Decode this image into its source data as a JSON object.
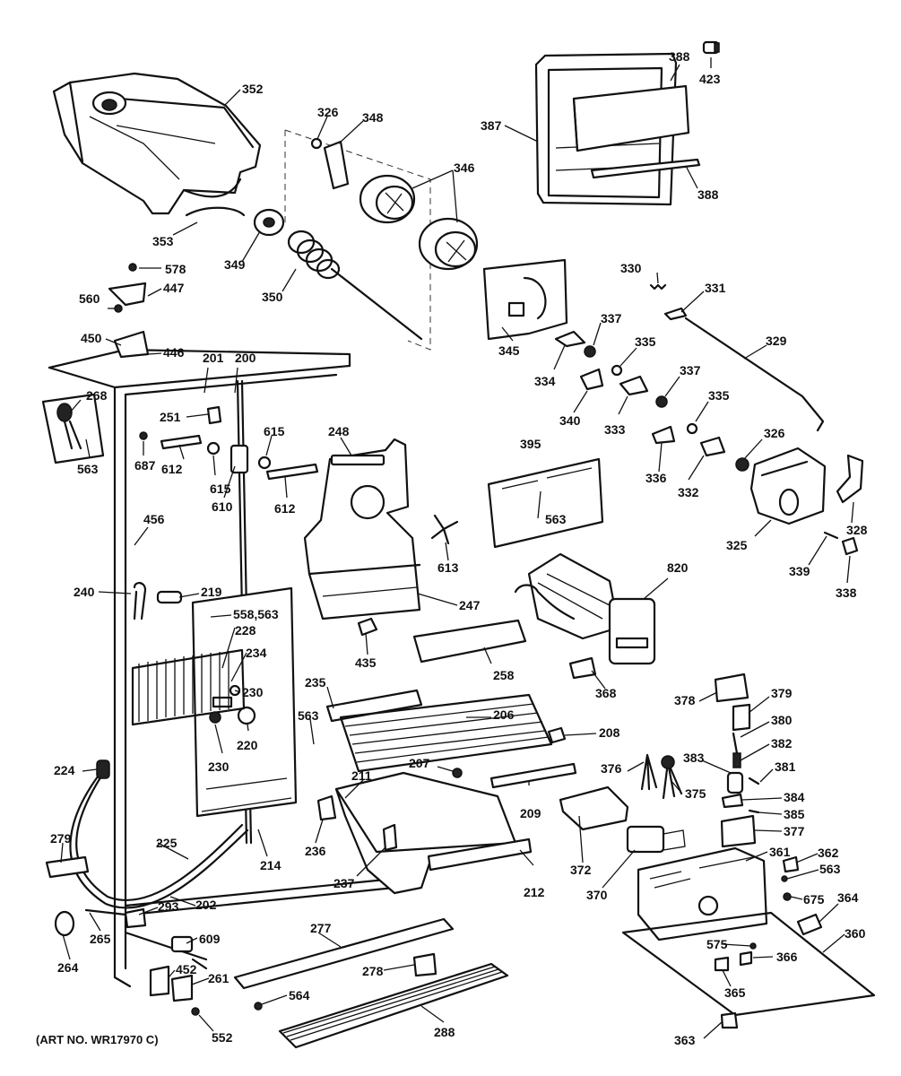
{
  "caption": "(ART NO. WR17970 C)",
  "callouts": [
    {
      "id": "352",
      "label": "352"
    },
    {
      "id": "326a",
      "label": "326"
    },
    {
      "id": "348",
      "label": "348"
    },
    {
      "id": "346",
      "label": "346"
    },
    {
      "id": "387",
      "label": "387"
    },
    {
      "id": "388a",
      "label": "388"
    },
    {
      "id": "423",
      "label": "423"
    },
    {
      "id": "388b",
      "label": "388"
    },
    {
      "id": "353",
      "label": "353"
    },
    {
      "id": "349",
      "label": "349"
    },
    {
      "id": "350",
      "label": "350"
    },
    {
      "id": "578",
      "label": "578"
    },
    {
      "id": "447",
      "label": "447"
    },
    {
      "id": "560",
      "label": "560"
    },
    {
      "id": "450",
      "label": "450"
    },
    {
      "id": "446",
      "label": "446"
    },
    {
      "id": "201",
      "label": "201"
    },
    {
      "id": "200",
      "label": "200"
    },
    {
      "id": "268",
      "label": "268"
    },
    {
      "id": "563a",
      "label": "563"
    },
    {
      "id": "251",
      "label": "251"
    },
    {
      "id": "687",
      "label": "687"
    },
    {
      "id": "612a",
      "label": "612"
    },
    {
      "id": "615a",
      "label": "615"
    },
    {
      "id": "610",
      "label": "610"
    },
    {
      "id": "615b",
      "label": "615"
    },
    {
      "id": "612b",
      "label": "612"
    },
    {
      "id": "248",
      "label": "248"
    },
    {
      "id": "456",
      "label": "456"
    },
    {
      "id": "345",
      "label": "345"
    },
    {
      "id": "330",
      "label": "330"
    },
    {
      "id": "331",
      "label": "331"
    },
    {
      "id": "337a",
      "label": "337"
    },
    {
      "id": "335a",
      "label": "335"
    },
    {
      "id": "329",
      "label": "329"
    },
    {
      "id": "334",
      "label": "334"
    },
    {
      "id": "337b",
      "label": "337"
    },
    {
      "id": "340",
      "label": "340"
    },
    {
      "id": "333",
      "label": "333"
    },
    {
      "id": "335b",
      "label": "335"
    },
    {
      "id": "326b",
      "label": "326"
    },
    {
      "id": "395",
      "label": "395"
    },
    {
      "id": "563b",
      "label": "563"
    },
    {
      "id": "336",
      "label": "336"
    },
    {
      "id": "332",
      "label": "332"
    },
    {
      "id": "328",
      "label": "328"
    },
    {
      "id": "325",
      "label": "325"
    },
    {
      "id": "339",
      "label": "339"
    },
    {
      "id": "338",
      "label": "338"
    },
    {
      "id": "613",
      "label": "613"
    },
    {
      "id": "820",
      "label": "820"
    },
    {
      "id": "240",
      "label": "240"
    },
    {
      "id": "219",
      "label": "219"
    },
    {
      "id": "558",
      "label": "558,563"
    },
    {
      "id": "228",
      "label": "228"
    },
    {
      "id": "234",
      "label": "234"
    },
    {
      "id": "247",
      "label": "247"
    },
    {
      "id": "435",
      "label": "435"
    },
    {
      "id": "258",
      "label": "258"
    },
    {
      "id": "368",
      "label": "368"
    },
    {
      "id": "230a",
      "label": "230"
    },
    {
      "id": "235",
      "label": "235"
    },
    {
      "id": "206",
      "label": "206"
    },
    {
      "id": "378",
      "label": "378"
    },
    {
      "id": "379",
      "label": "379"
    },
    {
      "id": "380",
      "label": "380"
    },
    {
      "id": "563c",
      "label": "563"
    },
    {
      "id": "220",
      "label": "220"
    },
    {
      "id": "230b",
      "label": "230"
    },
    {
      "id": "208",
      "label": "208"
    },
    {
      "id": "382",
      "label": "382"
    },
    {
      "id": "207",
      "label": "207"
    },
    {
      "id": "376",
      "label": "376"
    },
    {
      "id": "383",
      "label": "383"
    },
    {
      "id": "381",
      "label": "381"
    },
    {
      "id": "224",
      "label": "224"
    },
    {
      "id": "211",
      "label": "211"
    },
    {
      "id": "375",
      "label": "375"
    },
    {
      "id": "209",
      "label": "209"
    },
    {
      "id": "384",
      "label": "384"
    },
    {
      "id": "385",
      "label": "385"
    },
    {
      "id": "377",
      "label": "377"
    },
    {
      "id": "236",
      "label": "236"
    },
    {
      "id": "279",
      "label": "279"
    },
    {
      "id": "225",
      "label": "225"
    },
    {
      "id": "214",
      "label": "214"
    },
    {
      "id": "237",
      "label": "237"
    },
    {
      "id": "372",
      "label": "372"
    },
    {
      "id": "361",
      "label": "361"
    },
    {
      "id": "362",
      "label": "362"
    },
    {
      "id": "563d",
      "label": "563"
    },
    {
      "id": "212",
      "label": "212"
    },
    {
      "id": "370",
      "label": "370"
    },
    {
      "id": "675",
      "label": "675"
    },
    {
      "id": "364",
      "label": "364"
    },
    {
      "id": "293",
      "label": "293"
    },
    {
      "id": "202",
      "label": "202"
    },
    {
      "id": "265",
      "label": "265"
    },
    {
      "id": "277",
      "label": "277"
    },
    {
      "id": "360",
      "label": "360"
    },
    {
      "id": "575",
      "label": "575"
    },
    {
      "id": "264",
      "label": "264"
    },
    {
      "id": "609",
      "label": "609"
    },
    {
      "id": "366",
      "label": "366"
    },
    {
      "id": "452",
      "label": "452"
    },
    {
      "id": "261",
      "label": "261"
    },
    {
      "id": "278",
      "label": "278"
    },
    {
      "id": "365",
      "label": "365"
    },
    {
      "id": "564",
      "label": "564"
    },
    {
      "id": "552",
      "label": "552"
    },
    {
      "id": "288",
      "label": "288"
    },
    {
      "id": "363",
      "label": "363"
    }
  ]
}
